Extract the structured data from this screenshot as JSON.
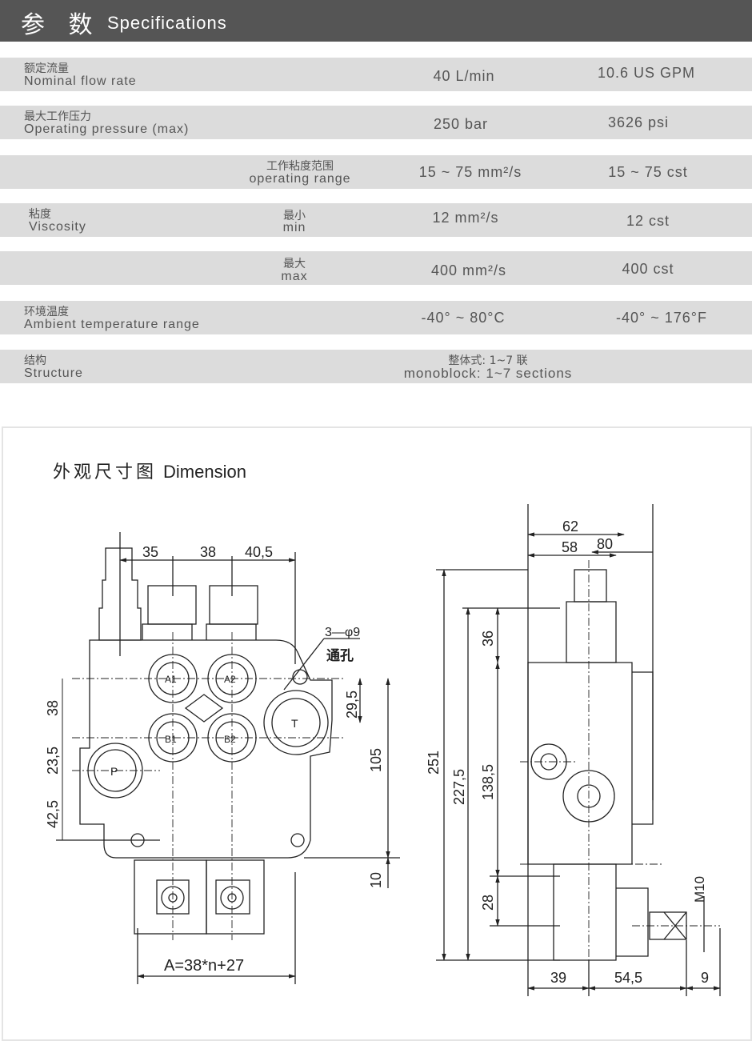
{
  "header": {
    "title_cn": "参 数",
    "title_en": "Specifications"
  },
  "specs": {
    "flow": {
      "label_cn": "额定流量",
      "label_en": "Nominal flow rate",
      "value_metric": "40 L/min",
      "value_us": "10.6 US GPM"
    },
    "pressure": {
      "label_cn": "最大工作压力",
      "label_en": "Operating pressure (max)",
      "value_metric": "250 bar",
      "value_us": "3626 psi"
    },
    "viscosity": {
      "label_cn": "粘度",
      "label_en": "Viscosity",
      "range": {
        "label_cn": "工作粘度范围",
        "label_en": "operating range",
        "value_metric": "15 ~ 75 mm²/s",
        "value_us": "15 ~ 75 cst"
      },
      "min": {
        "label_cn": "最小",
        "label_en": "min",
        "value_metric": "12 mm²/s",
        "value_us": "12 cst"
      },
      "max": {
        "label_cn": "最大",
        "label_en": "max",
        "value_metric": "400 mm²/s",
        "value_us": "400 cst"
      }
    },
    "temperature": {
      "label_cn": "环境温度",
      "label_en": "Ambient temperature range",
      "value_metric": "-40° ~ 80°C",
      "value_us": "-40° ~ 176°F"
    },
    "structure": {
      "label_cn": "结构",
      "label_en": "Structure",
      "value_cn": "整体式: 1~7 联",
      "value_en": "monoblock: 1~7 sections"
    }
  },
  "dimension": {
    "title_cn": "外观尺寸图",
    "title_en": "Dimension",
    "front": {
      "top_dims": [
        "35",
        "38",
        "40,5"
      ],
      "hole_label": "3—φ9",
      "hole_note": "通孔",
      "left_dims": [
        "38",
        "23,5",
        "42,5"
      ],
      "right_dims": [
        "29,5",
        "105",
        "10"
      ],
      "port_labels": [
        "A1",
        "A2",
        "B1",
        "B2",
        "P",
        "T"
      ],
      "formula": "A=38*n+27"
    },
    "side": {
      "top_dims": [
        "62",
        "58",
        "80"
      ],
      "left_dims": [
        "251",
        "227,5",
        "138,5",
        "36",
        "28"
      ],
      "bottom_dims": [
        "39",
        "54,5",
        "9"
      ],
      "thread": "M10"
    }
  }
}
